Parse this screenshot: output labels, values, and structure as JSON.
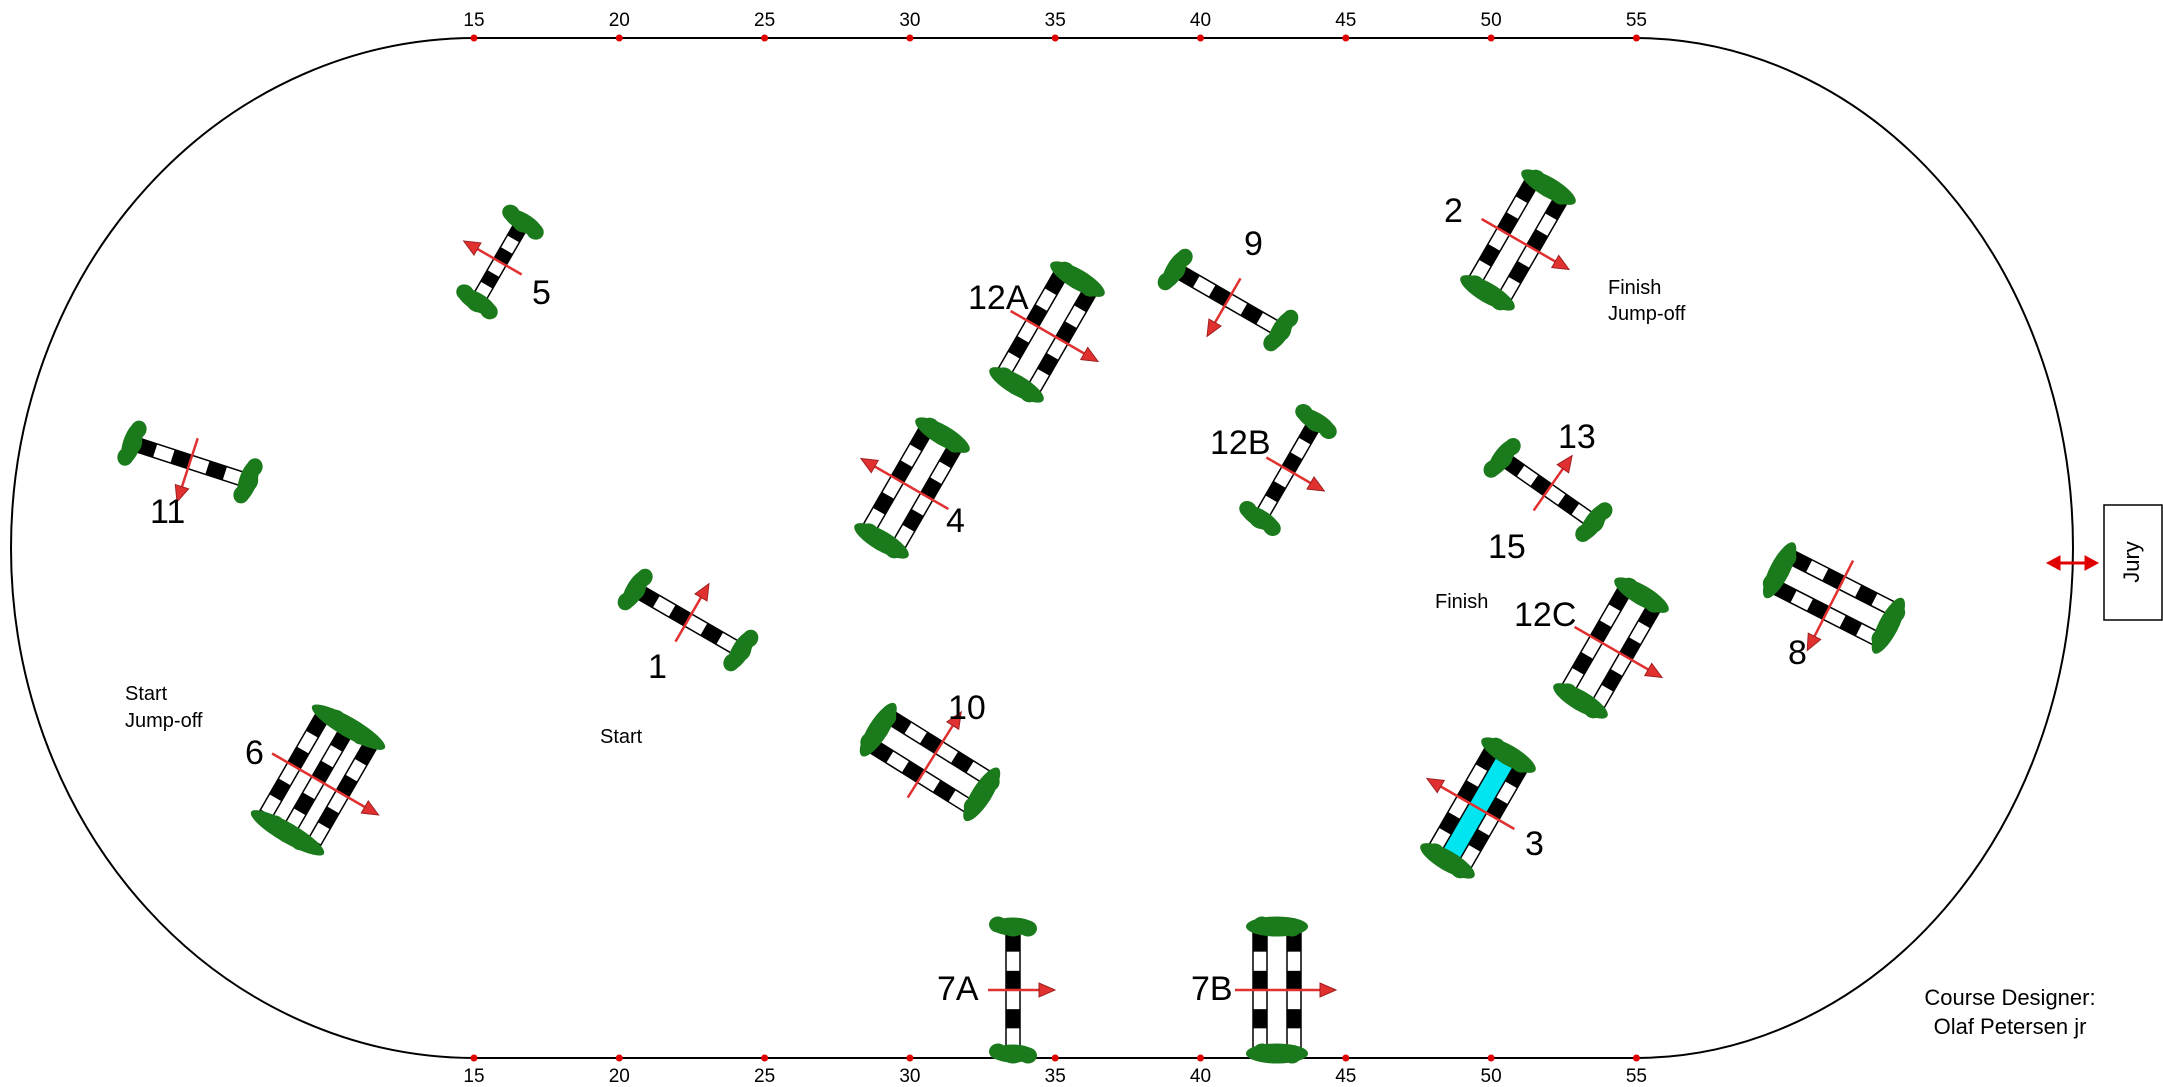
{
  "ruler": {
    "ticks": [
      "15",
      "20",
      "25",
      "30",
      "35",
      "40",
      "45",
      "50",
      "55"
    ]
  },
  "fence_labels": {
    "f1": "1",
    "f2": "2",
    "f3": "3",
    "f4": "4",
    "f5": "5",
    "f6": "6",
    "f7a": "7A",
    "f7b": "7B",
    "f8": "8",
    "f9": "9",
    "f10": "10",
    "f11": "11",
    "f12a": "12A",
    "f12b": "12B",
    "f12c": "12C",
    "f13": "13",
    "f15": "15"
  },
  "notes": {
    "start": "Start",
    "start_jumpoff_1": "Start",
    "start_jumpoff_2": "Jump-off",
    "finish": "Finish",
    "finish_jumpoff_1": "Finish",
    "finish_jumpoff_2": "Jump-off"
  },
  "jury": {
    "label": "Jury"
  },
  "designer": {
    "line1": "Course Designer:",
    "line2": "Olaf Petersen jr"
  },
  "colors": {
    "pole": "#000000",
    "bush": "#1b7a1b",
    "arrow": "#e03030",
    "water": "#00e5f0",
    "tick": "#e00000",
    "jury_arrow": "#e00000"
  }
}
